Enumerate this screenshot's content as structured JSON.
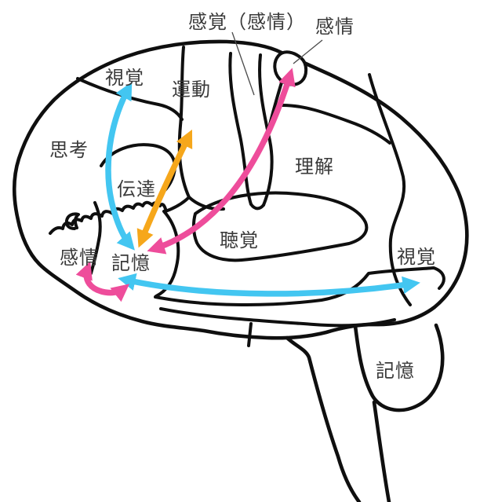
{
  "labels": {
    "sensation_emotion": "感覚（感情）",
    "emotion_top": "感情",
    "vision_frontal": "視覚",
    "motor": "運動",
    "thinking": "思考",
    "transmission": "伝達",
    "understanding": "理解",
    "hearing": "聴覚",
    "emotion_temporal": "感情",
    "memory_hippocampus": "記憶",
    "vision_occipital": "視覚",
    "memory_cerebellum": "記憶"
  },
  "colors": {
    "outline": "#0f0f0f",
    "label_text": "#3a3a3a",
    "arrow_cyan": "#43c6f1",
    "arrow_orange": "#f6a71b",
    "arrow_pink": "#ee4d9b",
    "background": "#ffffff"
  },
  "arrows": [
    {
      "name": "vision-frontal-memory-arc",
      "color": "#43c6f1",
      "endpoints": [
        "視覚",
        "記憶"
      ],
      "double_headed": true
    },
    {
      "name": "memory-motor",
      "color": "#f6a71b",
      "endpoints": [
        "記憶",
        "運動"
      ],
      "double_headed": true
    },
    {
      "name": "memory-emotion-top",
      "color": "#ee4d9b",
      "endpoints": [
        "記憶",
        "感情"
      ],
      "double_headed": true
    },
    {
      "name": "memory-vision-occipital",
      "color": "#43c6f1",
      "endpoints": [
        "記憶",
        "視覚"
      ],
      "double_headed": true
    },
    {
      "name": "emotion-memory-temporal",
      "color": "#ee4d9b",
      "endpoints": [
        "感情",
        "記憶"
      ],
      "double_headed": true
    }
  ]
}
